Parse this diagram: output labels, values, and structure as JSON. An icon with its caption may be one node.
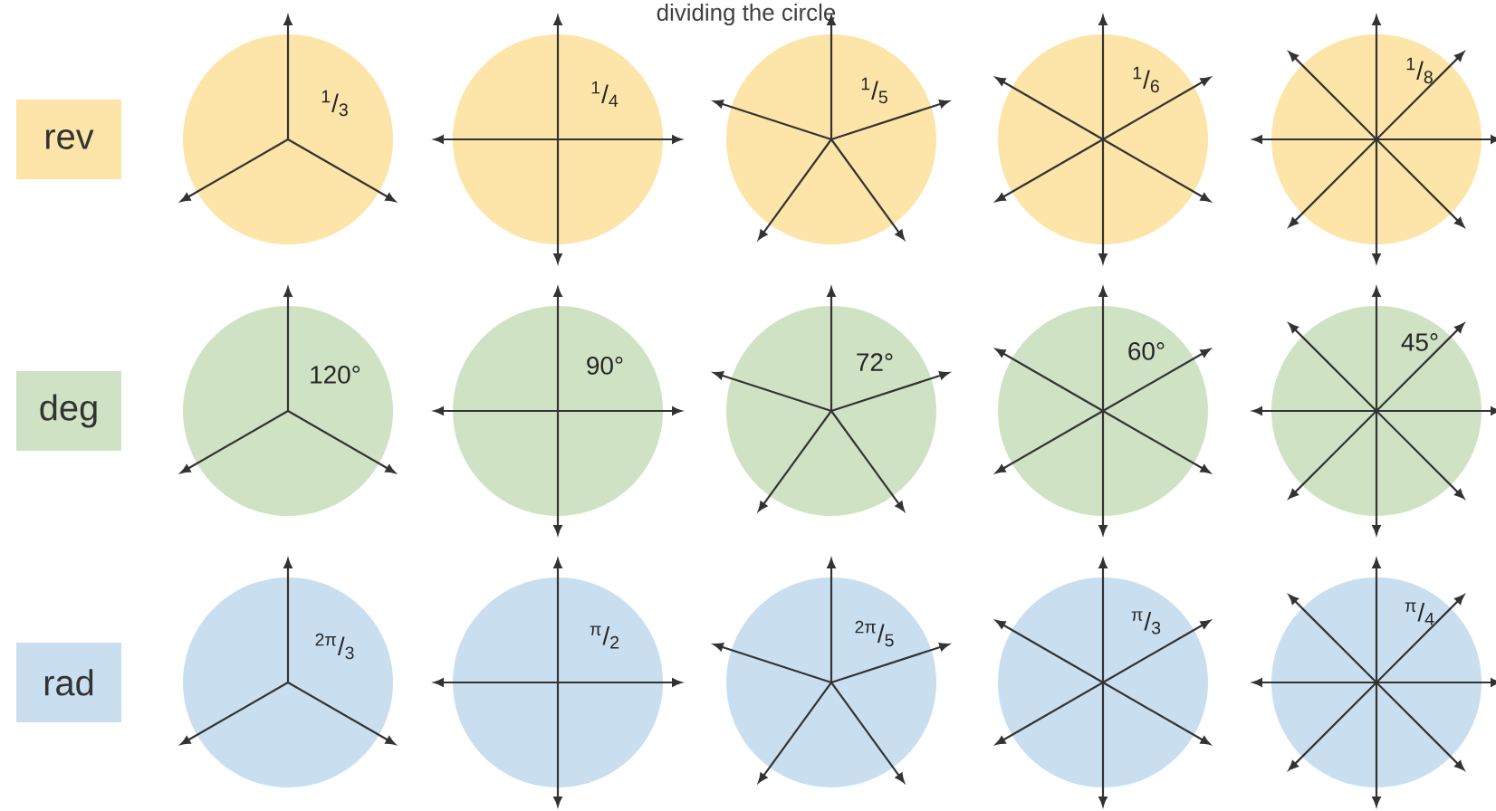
{
  "diagram": {
    "title": "dividing the circle",
    "nodes": [
      {
        "text": [
          "rev"
        ]
      },
      {
        "text": [
          "$^{1}$/$_{3}$"
        ]
      },
      {
        "text": [
          "$^{1}$/$_{4}$"
        ]
      },
      {
        "text": [
          "$^{1}$/$_{5}$"
        ]
      },
      {
        "text": [
          "$^{1}$/$_{6}$"
        ]
      },
      {
        "text": [
          "$^{1}$/$_{8}$"
        ]
      },
      {
        "text": [
          "deg"
        ]
      },
      {
        "text": [
          "120°"
        ]
      },
      {
        "text": [
          "90°"
        ]
      },
      {
        "text": [
          "72°"
        ]
      },
      {
        "text": [
          "60°"
        ]
      },
      {
        "text": [
          "45°"
        ]
      },
      {
        "text": [
          "rad"
        ]
      },
      {
        "text": [
          "$^{2π}$/$_{3}$"
        ]
      },
      {
        "text": [
          "$^{π}$/$_{2}$"
        ]
      },
      {
        "text": [
          "$^{2π}$/$_{5}$"
        ]
      },
      {
        "text": [
          "$^{π}$/$_{3}$"
        ]
      },
      {
        "text": [
          "$^{π}$/$_{4}$"
        ]
      }
    ]
  }
}
